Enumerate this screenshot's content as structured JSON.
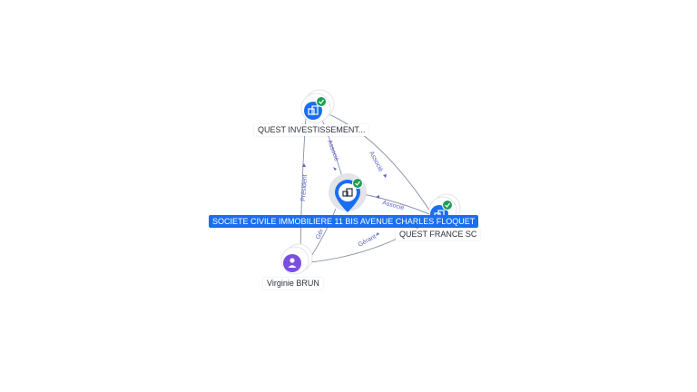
{
  "colors": {
    "company_blue": "#1a6ef0",
    "person_purple": "#7a4ee0",
    "verified_green": "#1f9d55",
    "edge": "#8a90a6",
    "edge_label": "#5a63c9"
  },
  "nodes": {
    "main": {
      "label": "SOCIETE CIVILE IMMOBILIERE 11 BIS AVENUE CHARLES FLOQUET",
      "icon": "building-icon",
      "badge": "verified-check-icon"
    },
    "quest_invest": {
      "label": "QUEST INVESTISSEMENT...",
      "icon": "building-icon",
      "badge": "verified-check-icon"
    },
    "quest_france": {
      "label": "QUEST FRANCE SC",
      "icon": "building-icon",
      "badge": "verified-check-icon"
    },
    "virginie": {
      "label": "Virginie BRUN",
      "icon": "person-icon"
    }
  },
  "edges": {
    "invest_main": "Associé",
    "invest_france": "Associé",
    "france_main": "Associé",
    "virginie_invest": "Président",
    "virginie_main": "Gér",
    "virginie_france": "Gérant"
  }
}
